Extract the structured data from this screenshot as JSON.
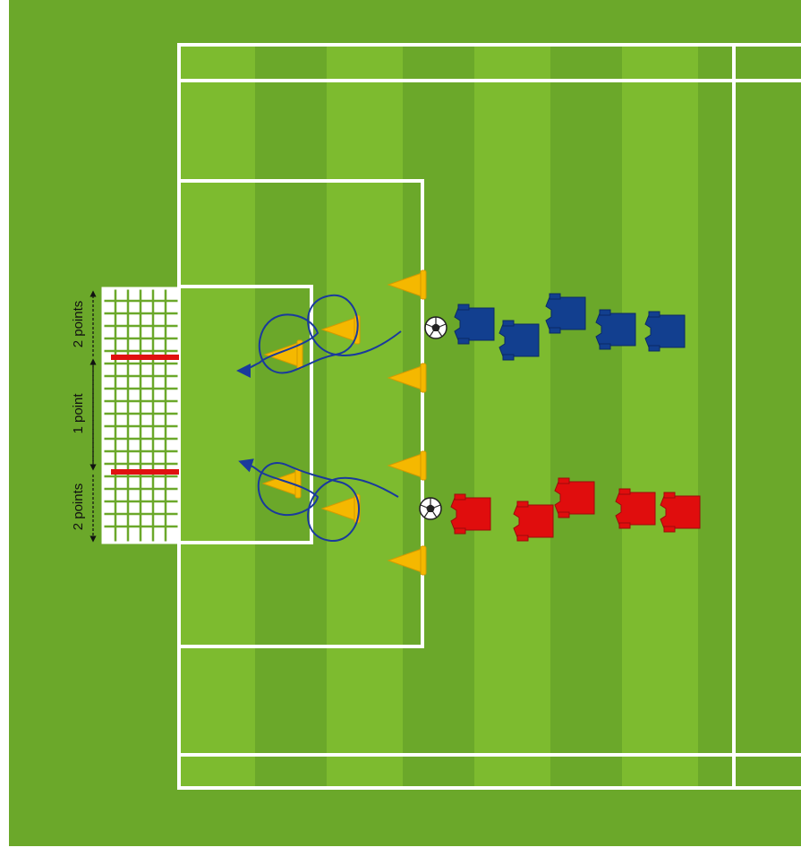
{
  "colors": {
    "grass_dark": "#6ba82a",
    "grass_light": "#7dbb2f",
    "lines": "#ffffff",
    "cone": "#f5b800",
    "blue_team": "#123f8f",
    "red_team": "#e00d0d",
    "dribble_path": "#1a3a9c",
    "goal_post_marker": "#e01010"
  },
  "goal_zones": {
    "top": "2 points",
    "middle": "1 point",
    "bottom": "2 points"
  },
  "teams": {
    "blue": {
      "player_count": 5,
      "icon": "jersey-icon"
    },
    "red": {
      "player_count": 5,
      "icon": "jersey-icon"
    }
  },
  "equipment": {
    "cone_count": 8,
    "ball_count": 2,
    "ball_icon": "soccer-ball-icon",
    "cone_icon": "cone-icon"
  }
}
